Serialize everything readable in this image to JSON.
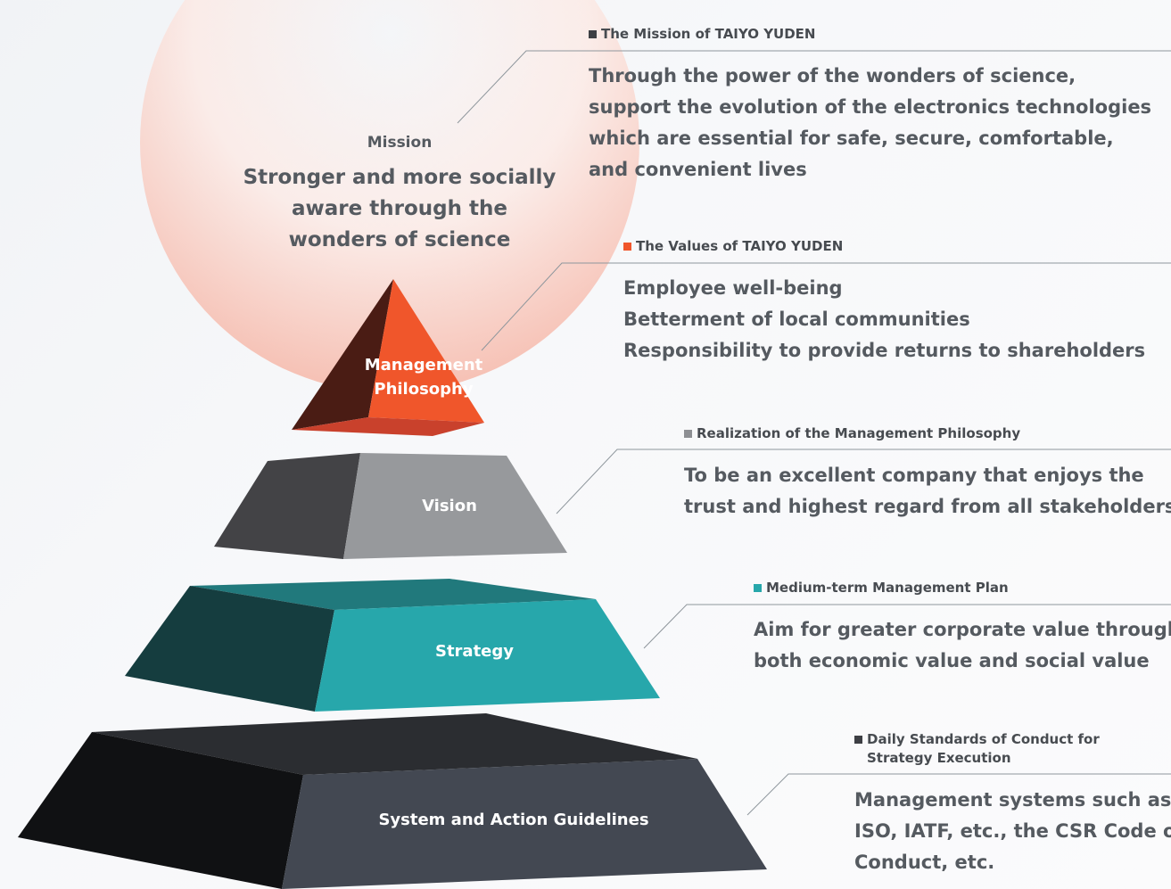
{
  "mission": {
    "label": "Mission",
    "text": [
      "Stronger and more socially",
      "aware through the",
      "wonders of science"
    ]
  },
  "tiers": [
    {
      "id": "management-philosophy",
      "label": [
        "Management",
        "Philosophy"
      ],
      "color": "#f0562b"
    },
    {
      "id": "vision",
      "label": "Vision",
      "color": "#97999c"
    },
    {
      "id": "strategy",
      "label": "Strategy",
      "color": "#27a7ab"
    },
    {
      "id": "system",
      "label": "System and Action Guidelines",
      "color": "#434852"
    }
  ],
  "callouts": [
    {
      "heading": "The Mission of TAIYO YUDEN",
      "square_color": "#3d3f44",
      "lines": [
        "Through the power of the wonders of science,",
        "support the evolution of the electronics technologies",
        "which are essential for safe, secure, comfortable,",
        "and convenient lives"
      ]
    },
    {
      "heading": "The Values of TAIYO YUDEN",
      "square_color": "#f0562b",
      "lines": [
        "Employee well-being",
        "Betterment of local communities",
        "Responsibility to provide returns to shareholders"
      ]
    },
    {
      "heading": "Realization of the Management Philosophy",
      "square_color": "#8d8f93",
      "lines": [
        "To be an excellent company that enjoys the",
        "trust and highest regard from all stakeholders"
      ]
    },
    {
      "heading": "Medium-term Management Plan",
      "square_color": "#27a7ab",
      "lines": [
        "Aim for greater corporate value through",
        "both economic value and social value"
      ]
    },
    {
      "heading": [
        "Daily Standards of Conduct for",
        "Strategy Execution"
      ],
      "square_color": "#3d3f44",
      "lines": [
        "Management systems such as",
        "ISO, IATF, etc., the CSR Code of",
        "Conduct, etc."
      ]
    }
  ]
}
